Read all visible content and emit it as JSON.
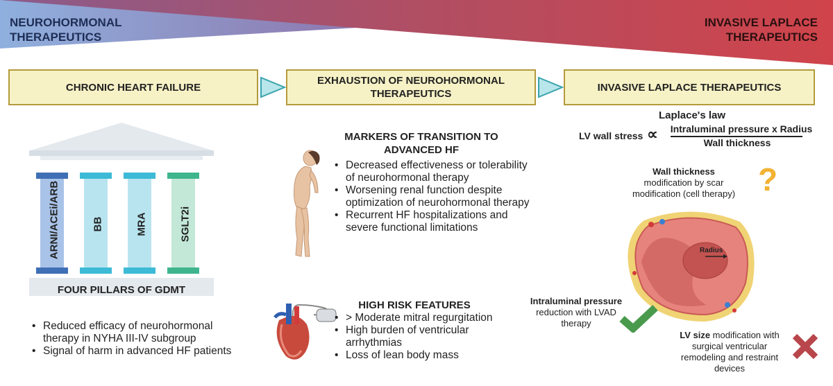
{
  "banner": {
    "left_label": "NEUROHORMONAL\nTHERAPEUTICS",
    "right_label": "INVASIVE LAPLACE\nTHERAPEUTICS",
    "left_color": "#8fb0de",
    "right_color": "#c9464a"
  },
  "stages": [
    {
      "label": "CHRONIC HEART FAILURE"
    },
    {
      "label": "EXHAUSTION OF NEUROHORMONAL THERAPEUTICS"
    },
    {
      "label": "INVASIVE LAPLACE THERAPEUTICS"
    }
  ],
  "pillars": {
    "items": [
      {
        "label": "ARNI/ACEi/ARB",
        "color": "#a9c3e8",
        "cap": "#3f6fb5"
      },
      {
        "label": "BB",
        "color": "#b8e4ef",
        "cap": "#3cbad6"
      },
      {
        "label": "MRA",
        "color": "#b8e4ef",
        "cap": "#3cbad6"
      },
      {
        "label": "SGLT2i",
        "color": "#c3e8d8",
        "cap": "#3fb58e"
      }
    ],
    "caption": "FOUR PILLARS OF GDMT"
  },
  "left_bullets": [
    "Reduced efficacy of neurohormonal therapy in NYHA III-IV subgroup",
    "Signal of harm in advanced HF patients"
  ],
  "markers": {
    "heading": "MARKERS OF TRANSITION TO ADVANCED HF",
    "items": [
      "Decreased effectiveness or tolerability of neurohormonal therapy",
      "Worsening renal function despite optimization of neurohormonal therapy",
      "Recurrent HF hospitalizations and severe functional limitations"
    ]
  },
  "risk": {
    "heading": "HIGH RISK FEATURES",
    "items": [
      "> Moderate mitral regurgitation",
      "High burden of ventricular arrhythmias",
      "Loss of lean body mass"
    ]
  },
  "laplace": {
    "title": "Laplace's law",
    "lhs": "LV wall stress",
    "prop": "∝",
    "numerator": "Intraluminal pressure x Radius",
    "denominator": "Wall thickness"
  },
  "annotations": {
    "wall_bold": "Wall thickness",
    "wall_rest": " modification by scar modification (cell therapy)",
    "pressure_bold": "Intraluminal pressure",
    "pressure_rest": "reduction with LVAD therapy",
    "size_bold": "LV size",
    "size_rest": " modification with surgical ventricular remodeling and restraint devices",
    "radius": "Radius",
    "question": "?"
  }
}
